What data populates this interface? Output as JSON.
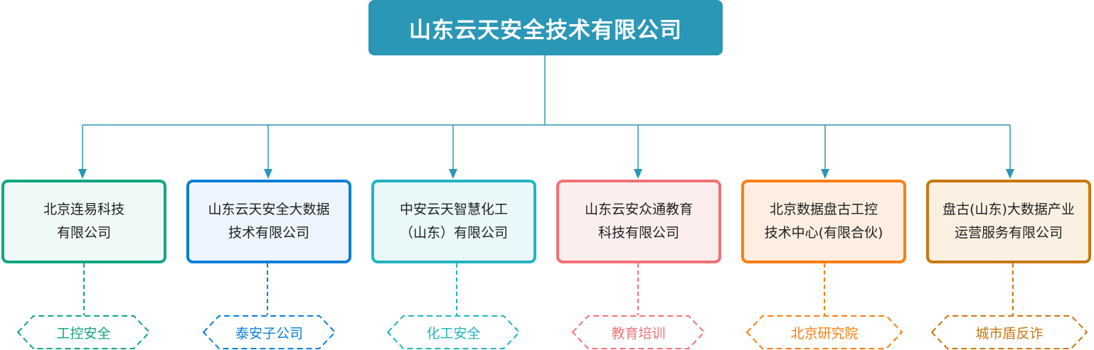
{
  "root": {
    "title": "山东云天安全技术有限公司",
    "color": "#2a97b6"
  },
  "children": [
    {
      "line1": "北京连易科技",
      "line2": "有限公司",
      "tag": "工控安全",
      "color": "#12a683",
      "fill": "#effaf8"
    },
    {
      "line1": "山东云天安全大数据",
      "line2": "技术有限公司",
      "tag": "泰安子公司",
      "color": "#0b7fd6",
      "fill": "#edf6fe"
    },
    {
      "line1": "中安云天智慧化工",
      "line2": "（山东）有限公司",
      "tag": "化工安全",
      "color": "#22b5c0",
      "fill": "#e9f8f9"
    },
    {
      "line1": "山东云安众通教育",
      "line2": "科技有限公司",
      "tag": "教育培训",
      "color": "#f07276",
      "fill": "#fdeeee"
    },
    {
      "line1": "北京数据盘古工控",
      "line2": "技术中心(有限合伙)",
      "tag": "北京研究院",
      "color": "#fc7e14",
      "fill": "#fdeee1"
    },
    {
      "line1": "盘古(山东)大数据产业",
      "line2": "运营服务有限公司",
      "tag": "城市盾反诈",
      "color": "#c8770f",
      "fill": "#fcf0e2"
    }
  ]
}
